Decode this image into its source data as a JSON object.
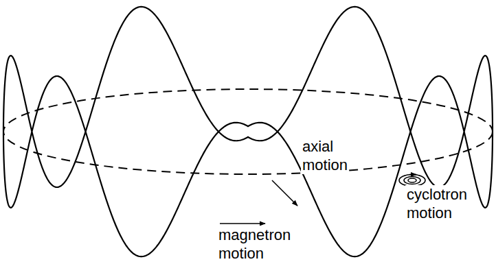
{
  "diagram": {
    "labels": [
      "axial motion",
      "magnetron motion",
      "cyclotron motion"
    ]
  }
}
